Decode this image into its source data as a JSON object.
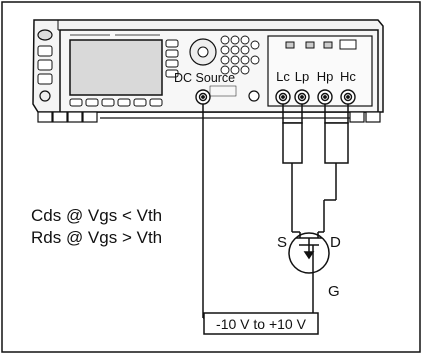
{
  "instrument": {
    "port_labels": [
      "Lc",
      "Lp",
      "Hp",
      "Hc"
    ],
    "dc_source_label": "DC Source"
  },
  "annotations": {
    "line1": "Cds @ Vgs < Vth",
    "line2": "Rds @ Vgs > Vth"
  },
  "transistor": {
    "source_label": "S",
    "drain_label": "D",
    "gate_label": "G"
  },
  "voltage_range_label": "-10 V to +10 V",
  "colors": {
    "line": "#111111",
    "panel": "#f4f4f4",
    "screen": "#d9d9d9",
    "background": "#ffffff"
  }
}
